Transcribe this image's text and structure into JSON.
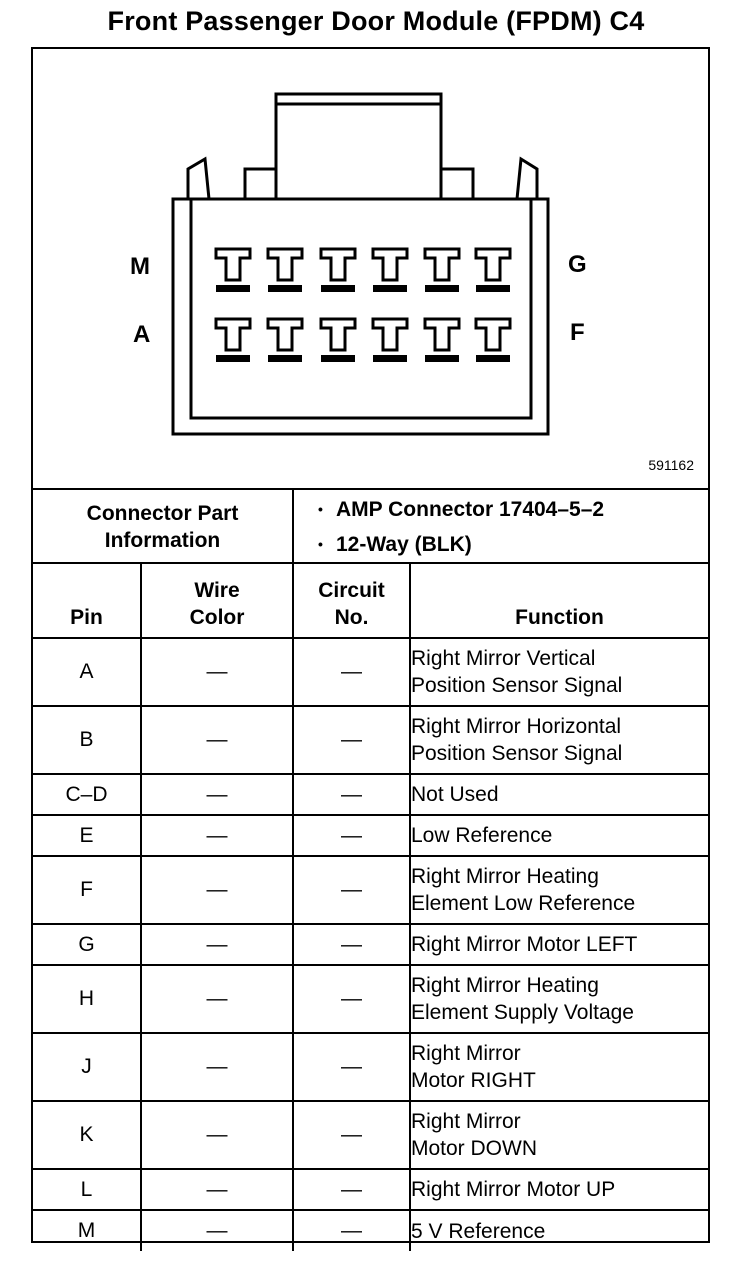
{
  "title": "Front Passenger Door Module (FPDM) C4",
  "diagram": {
    "figure_number": "591162",
    "pin_labels": {
      "top_left": "M",
      "bottom_left": "A",
      "top_right": "G",
      "bottom_right": "F"
    }
  },
  "connector_info": {
    "label_line1": "Connector Part",
    "label_line2": "Information",
    "items": [
      "AMP Connector 17404–5–2",
      "12-Way (BLK)"
    ]
  },
  "table": {
    "headers": {
      "pin": "Pin",
      "wire_color_1": "Wire",
      "wire_color_2": "Color",
      "circuit_1": "Circuit",
      "circuit_2": "No.",
      "function": "Function"
    },
    "rows": [
      {
        "pin": "A",
        "wire_color": "—",
        "circuit": "—",
        "function": [
          "Right Mirror Vertical",
          "Position Sensor Signal"
        ]
      },
      {
        "pin": "B",
        "wire_color": "—",
        "circuit": "—",
        "function": [
          "Right Mirror Horizontal",
          "Position Sensor Signal"
        ]
      },
      {
        "pin": "C–D",
        "wire_color": "—",
        "circuit": "—",
        "function": [
          "Not Used"
        ]
      },
      {
        "pin": "E",
        "wire_color": "—",
        "circuit": "—",
        "function": [
          "Low Reference"
        ]
      },
      {
        "pin": "F",
        "wire_color": "—",
        "circuit": "—",
        "function": [
          "Right Mirror Heating",
          "Element Low Reference"
        ]
      },
      {
        "pin": "G",
        "wire_color": "—",
        "circuit": "—",
        "function": [
          "Right Mirror Motor LEFT"
        ]
      },
      {
        "pin": "H",
        "wire_color": "—",
        "circuit": "—",
        "function": [
          "Right Mirror Heating",
          "Element Supply Voltage"
        ]
      },
      {
        "pin": "J",
        "wire_color": "—",
        "circuit": "—",
        "function": [
          "Right Mirror",
          "Motor RIGHT"
        ]
      },
      {
        "pin": "K",
        "wire_color": "—",
        "circuit": "—",
        "function": [
          "Right Mirror",
          "Motor DOWN"
        ]
      },
      {
        "pin": "L",
        "wire_color": "—",
        "circuit": "—",
        "function": [
          "Right Mirror Motor UP"
        ]
      },
      {
        "pin": "M",
        "wire_color": "—",
        "circuit": "—",
        "function": [
          "5 V Reference"
        ]
      }
    ]
  }
}
